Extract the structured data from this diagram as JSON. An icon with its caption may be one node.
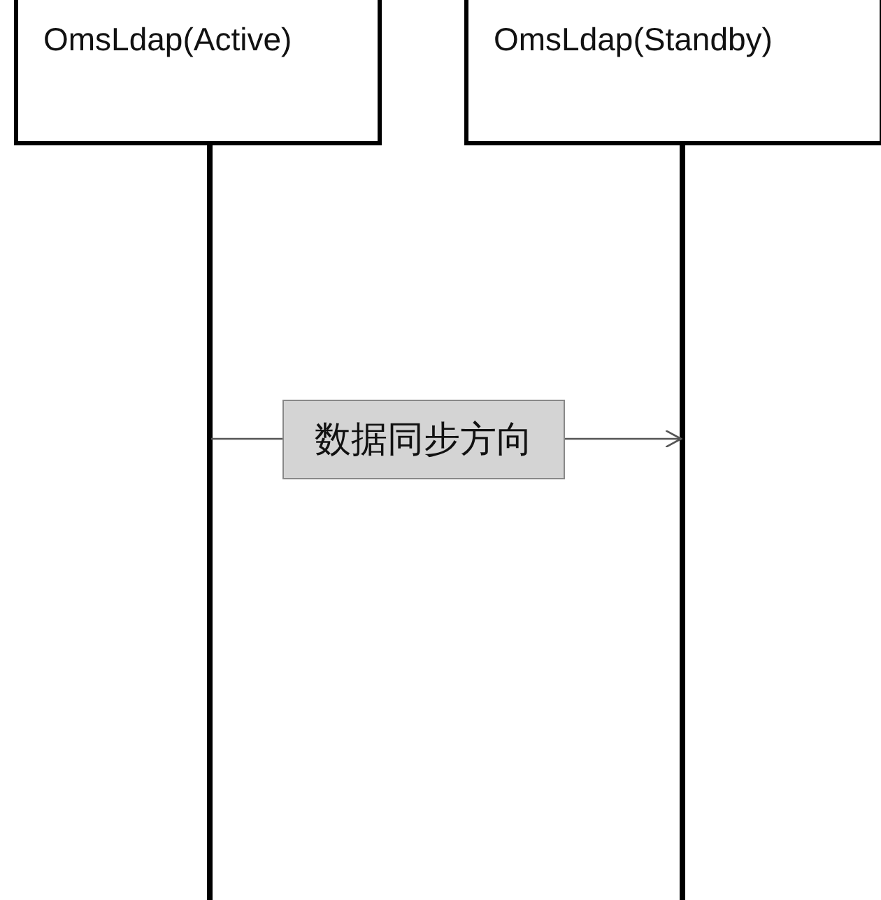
{
  "diagram": {
    "nodes": [
      {
        "text": [
          "OmsLdap(Active)"
        ]
      },
      {
        "text": [
          "OmsLdap(Standby)"
        ]
      }
    ],
    "edges": [
      {
        "from": 0,
        "to": 1,
        "arrow": "to",
        "label": "数据同步方向"
      }
    ]
  }
}
